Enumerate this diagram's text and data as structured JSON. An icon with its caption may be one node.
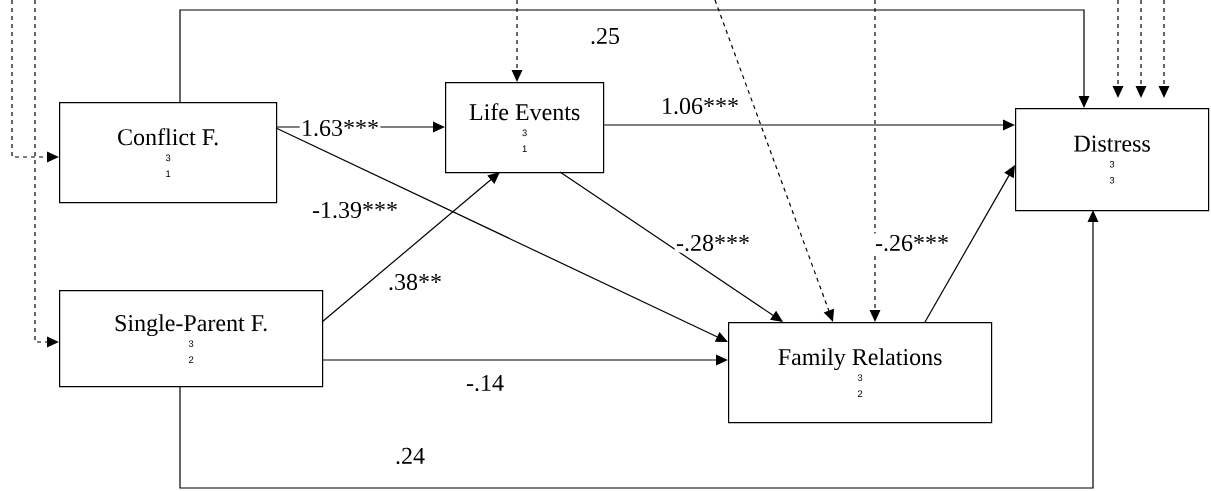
{
  "diagram": {
    "nodes": [
      {
        "text": [
          "Conflict F.",
          "3",
          "1"
        ]
      },
      {
        "text": [
          "Life Events",
          "3",
          "1"
        ]
      },
      {
        "text": [
          "Distress",
          "3",
          "3"
        ]
      },
      {
        "text": [
          "Single-Parent F.",
          "3",
          "2"
        ]
      },
      {
        "text": [
          "Family Relations",
          "3",
          "2"
        ]
      }
    ],
    "edges": [
      {
        "from": 0,
        "to": 1,
        "arrow": "to",
        "label": "1.63***"
      },
      {
        "from": 0,
        "to": 2,
        "arrow": "to",
        "label": ".25"
      },
      {
        "from": 0,
        "to": 4,
        "arrow": "to",
        "label": "-1.39***"
      },
      {
        "from": 1,
        "to": 2,
        "arrow": "to",
        "label": "1.06***"
      },
      {
        "from": 1,
        "to": 4,
        "arrow": "to",
        "label": "-.28***"
      },
      {
        "from": 3,
        "to": 1,
        "arrow": "to",
        "label": ".38**"
      },
      {
        "from": 3,
        "to": 4,
        "arrow": "to",
        "label": "-.14"
      },
      {
        "from": 3,
        "to": 2,
        "arrow": "to",
        "label": ".24"
      },
      {
        "from": 4,
        "to": 2,
        "arrow": "to",
        "label": "-.26***"
      },
      {
        "from": null,
        "to": 0,
        "arrow": "to",
        "style": "dashed"
      },
      {
        "from": null,
        "to": 3,
        "arrow": "to",
        "style": "dashed"
      },
      {
        "from": null,
        "to": 1,
        "arrow": "to",
        "style": "dashed"
      },
      {
        "from": null,
        "to": 4,
        "arrow": "to",
        "style": "dashed"
      },
      {
        "from": null,
        "to": 4,
        "arrow": "to",
        "style": "dashed"
      },
      {
        "from": null,
        "to": 2,
        "arrow": "to",
        "style": "dashed"
      },
      {
        "from": null,
        "to": 2,
        "arrow": "to",
        "style": "dashed"
      },
      {
        "from": null,
        "to": 2,
        "arrow": "to",
        "style": "dashed"
      }
    ]
  }
}
